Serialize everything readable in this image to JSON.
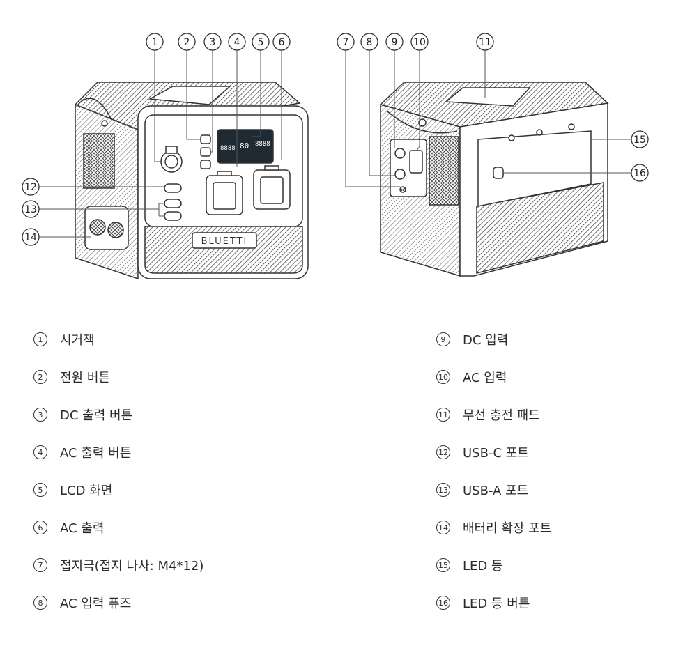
{
  "brand": "BLUETTI",
  "lcd": {
    "left": "8888",
    "mid": "80",
    "right": "8888"
  },
  "callouts": [
    {
      "id": "1",
      "glyph": "1"
    },
    {
      "id": "2",
      "glyph": "2"
    },
    {
      "id": "3",
      "glyph": "3"
    },
    {
      "id": "4",
      "glyph": "4"
    },
    {
      "id": "5",
      "glyph": "5"
    },
    {
      "id": "6",
      "glyph": "6"
    },
    {
      "id": "7",
      "glyph": "7"
    },
    {
      "id": "8",
      "glyph": "8"
    },
    {
      "id": "9",
      "glyph": "9"
    },
    {
      "id": "10",
      "glyph": "10"
    },
    {
      "id": "11",
      "glyph": "11"
    },
    {
      "id": "12",
      "glyph": "12"
    },
    {
      "id": "13",
      "glyph": "13"
    },
    {
      "id": "14",
      "glyph": "14"
    },
    {
      "id": "15",
      "glyph": "15"
    },
    {
      "id": "16",
      "glyph": "16"
    }
  ],
  "legend_left": [
    {
      "num": "1",
      "label": "시거잭"
    },
    {
      "num": "2",
      "label": "전원 버튼"
    },
    {
      "num": "3",
      "label": "DC 출력 버튼"
    },
    {
      "num": "4",
      "label": "AC 출력 버튼"
    },
    {
      "num": "5",
      "label": "LCD 화면"
    },
    {
      "num": "6",
      "label": "AC 출력"
    },
    {
      "num": "7",
      "label": "접지극(접지 나사: M4*12)"
    },
    {
      "num": "8",
      "label": "AC 입력 퓨즈"
    }
  ],
  "legend_right": [
    {
      "num": "9",
      "label": "DC 입력"
    },
    {
      "num": "10",
      "label": "AC 입력"
    },
    {
      "num": "11",
      "label": "무선 충전 패드"
    },
    {
      "num": "12",
      "label": "USB-C 포트"
    },
    {
      "num": "13",
      "label": "USB-A 포트"
    },
    {
      "num": "14",
      "label": "배터리 확장 포트"
    },
    {
      "num": "15",
      "label": "LED 등"
    },
    {
      "num": "16",
      "label": "LED 등 버튼"
    }
  ]
}
